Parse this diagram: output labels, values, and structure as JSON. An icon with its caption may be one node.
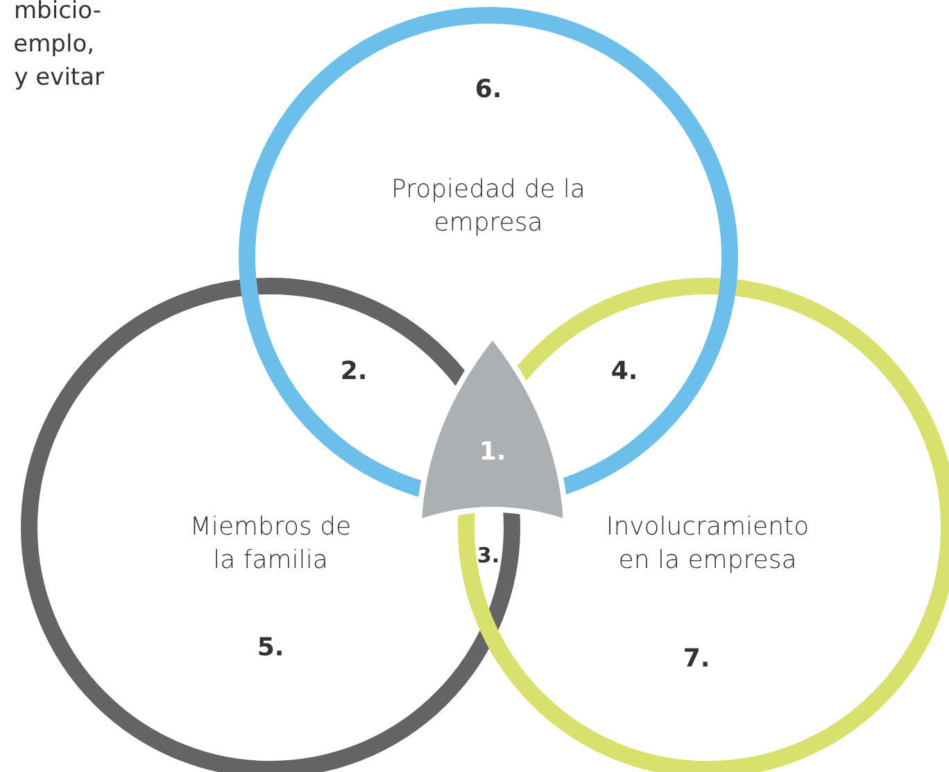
{
  "diagram": {
    "nodes": [
      {
        "text": [
          "6.",
          "Propiedad de la empresa"
        ]
      },
      {
        "text": [
          "1."
        ]
      },
      {
        "text": [
          "Miembros de la familia",
          "5."
        ]
      },
      {
        "text": [
          "Involucramiento en la empresa",
          "7."
        ]
      }
    ],
    "labels": [
      "mbicio-",
      "emplo,",
      "y evitar",
      "2.",
      "4.",
      "3."
    ]
  }
}
